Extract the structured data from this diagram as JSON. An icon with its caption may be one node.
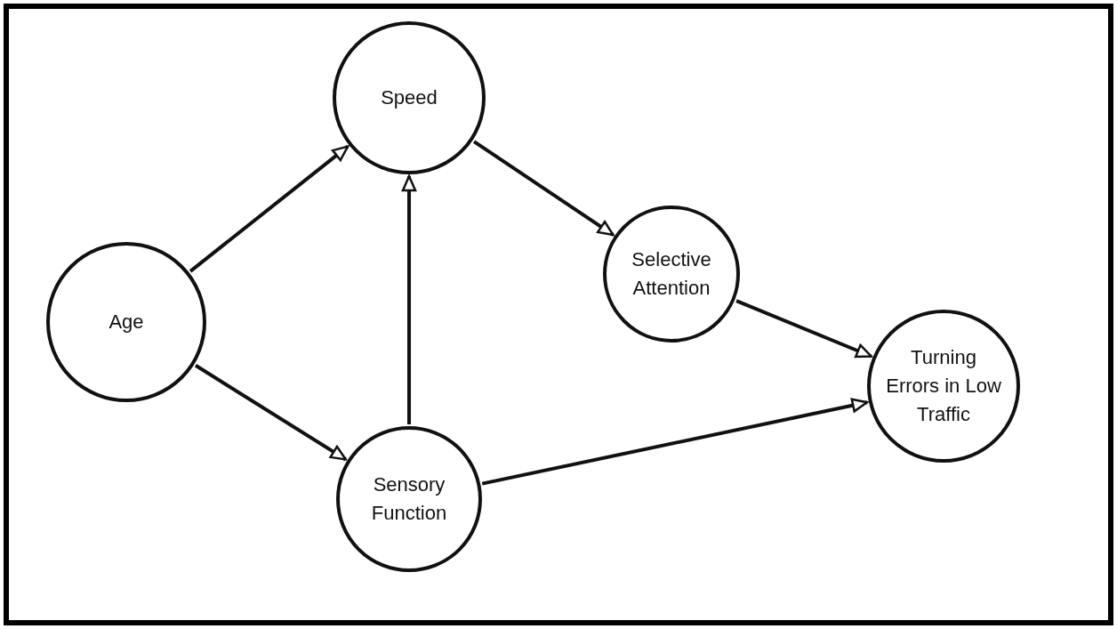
{
  "diagram": {
    "nodes": [
      {
        "text": [
          "Age"
        ]
      },
      {
        "text": [
          "Speed"
        ]
      },
      {
        "text": [
          "Selective Attention"
        ]
      },
      {
        "text": [
          "Sensory Function"
        ]
      },
      {
        "text": [
          "Turning Errors in Low Traffic"
        ]
      }
    ],
    "edges": [
      {
        "from": 0,
        "to": 1,
        "arrow": "to"
      },
      {
        "from": 0,
        "to": 3,
        "arrow": "to"
      },
      {
        "from": 3,
        "to": 1,
        "arrow": "to"
      },
      {
        "from": 1,
        "to": 2,
        "arrow": "to"
      },
      {
        "from": 2,
        "to": 4,
        "arrow": "to"
      },
      {
        "from": 3,
        "to": 4,
        "arrow": "to"
      }
    ]
  }
}
